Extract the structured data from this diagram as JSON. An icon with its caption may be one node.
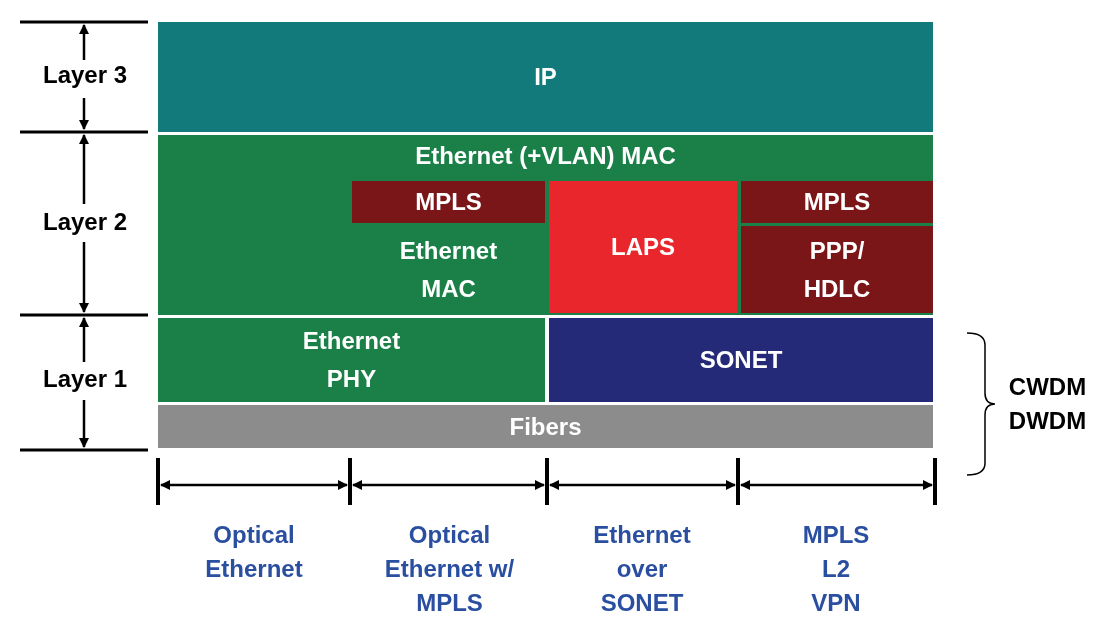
{
  "diagram": {
    "nodes": [
      {
        "text": [
          "IP"
        ]
      },
      {
        "text": [
          "Ethernet (+VLAN) MAC"
        ]
      },
      {
        "text": [
          "MPLS"
        ],
        "in": 1
      },
      {
        "text": [
          "Ethernet MAC"
        ],
        "in": 1
      },
      {
        "text": [
          "LAPS"
        ],
        "in": 1
      },
      {
        "text": [
          "MPLS"
        ],
        "in": 1
      },
      {
        "text": [
          "PPP/ HDLC"
        ],
        "in": 1
      },
      {
        "text": [
          "Ethernet PHY"
        ]
      },
      {
        "text": [
          "SONET"
        ]
      },
      {
        "text": [
          "Fibers"
        ]
      }
    ],
    "edges": [],
    "labels": [
      "Layer 3",
      "Layer 2",
      "Layer 1",
      "CWDM DWDM",
      "Optical Ethernet",
      "Optical Ethernet w/ MPLS",
      "Ethernet over SONET",
      "MPLS L2 VPN"
    ]
  }
}
